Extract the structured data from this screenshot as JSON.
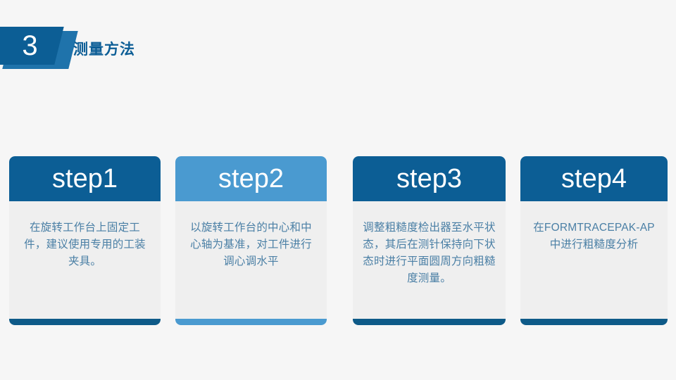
{
  "page": {
    "background_color": "#F6F6F6",
    "accent_dark": "#0C5E95",
    "accent_mid": "#1F73AB",
    "accent_light": "#4A9AD0",
    "body_text_color": "#4A7FA5",
    "card_body_color": "#EFEFEF"
  },
  "header": {
    "badge_number": "3",
    "title": "测量方法"
  },
  "cards": [
    {
      "title": "step1",
      "text": "在旋转工作台上固定工件，建议使用专用的工装夹具。",
      "header_color": "#0C5E95",
      "footer_color": "#0E5A88"
    },
    {
      "title": "step2",
      "text": "以旋转工作台的中心和中心轴为基准，对工件进行调心调水平",
      "header_color": "#4A9AD0",
      "footer_color": "#4A9AD0"
    },
    {
      "title": "step3",
      "text": "调整粗糙度检出器至水平状态，其后在测针保持向下状态时进行平面圆周方向粗糙度测量。",
      "header_color": "#0C5E95",
      "footer_color": "#0E5A88"
    },
    {
      "title": "step4",
      "text": "在FORMTRACEPAK-AP中进行粗糙度分析",
      "header_color": "#0C5E95",
      "footer_color": "#0E5A88"
    }
  ]
}
